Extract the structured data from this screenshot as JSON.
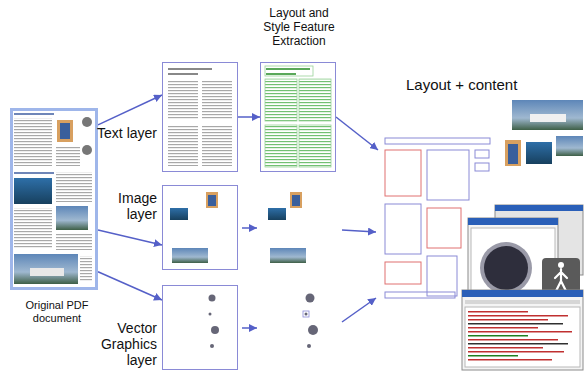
{
  "diagram": {
    "nodes": [
      {
        "text": [
          "Original PDF document"
        ]
      },
      {
        "text": [
          "Text layer"
        ]
      },
      {
        "text": [
          "Image layer"
        ]
      },
      {
        "text": [
          "Vector Graphics layer"
        ]
      },
      {
        "text": [
          "Layout and Style Feature Extraction"
        ]
      },
      {
        "text": [
          "Layout + content"
        ]
      }
    ],
    "edges": [
      {
        "from": 0,
        "to": 1,
        "arrow": "to"
      },
      {
        "from": 0,
        "to": 2,
        "arrow": "to"
      },
      {
        "from": 0,
        "to": 3,
        "arrow": "to"
      },
      {
        "from": 1,
        "to": 4,
        "arrow": "to"
      },
      {
        "from": 4,
        "to": 5,
        "arrow": "to"
      }
    ]
  }
}
